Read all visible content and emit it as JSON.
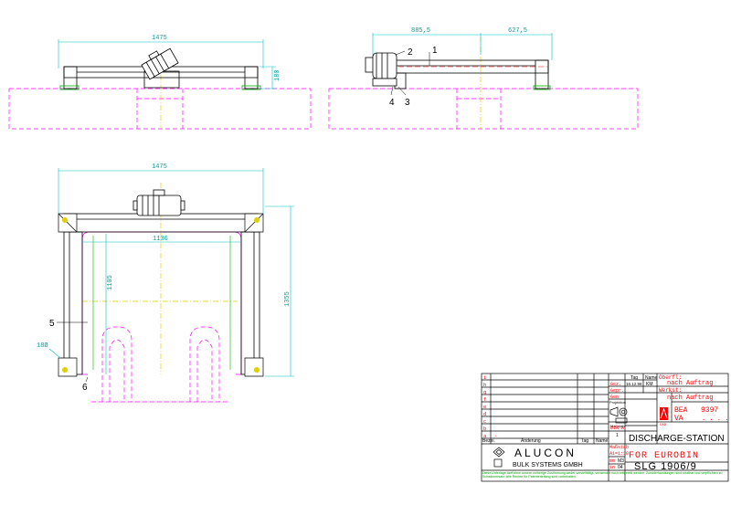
{
  "colors": {
    "foundation": "#ff00ff",
    "dimension": "#00c0c0",
    "centerline": "#e0d000",
    "frame": "#000000",
    "hidden": "#00b000",
    "titleblock_red": "#ff0000",
    "titleblock_green": "#00a000"
  },
  "dimensions": {
    "top_width": "1475",
    "top_height": "180",
    "side_left": "885,5",
    "side_right": "627,5",
    "front_width": "1475",
    "inner_width": "1136",
    "inner_height": "1105",
    "overall_height": "1355",
    "corner": "18Ø"
  },
  "labels": {
    "p1": "1",
    "p2": "2",
    "p3": "3",
    "p4": "4",
    "p5": "5",
    "p6": "6"
  },
  "title_block": {
    "rev_letters": [
      "i",
      "h",
      "g",
      "f",
      "e",
      "d",
      "c",
      "b",
      "a"
    ],
    "rev_a_mark": "-",
    "col_bezeichnung": "Bezei.",
    "col_aenderung": "Änderung",
    "col_tag": "Tag",
    "col_name": "Name",
    "hdr_tag": "Tag",
    "hdr_name": "Name",
    "row_gez": "Gez.",
    "row_gez_date": "16.12.98",
    "row_gez_name": "KM",
    "row_gepr": "Gepr.",
    "row_gen": "Gen",
    "oberfl_label": "Oberfl:",
    "oberfl_value": "nach Auftrag",
    "werkst_label": "Werkst:",
    "werkst_value": "nach Auftrag",
    "projektion": "Projektion",
    "massstab_label": "Maßstab",
    "massstab_value": "A1=1:10",
    "bea_label": "BEA",
    "bea_value": "9397",
    "va_label": "VA",
    "va_value": ". . . . .",
    "cad": "CAD",
    "din_label": "DIN A",
    "din_value": "1",
    "mm": "mm",
    "mm_ms": "M3",
    "in_label": "in",
    "in_value": "04",
    "title_line1": "DISCHARGE-STATION",
    "title_line2": "FOR EUROBIN",
    "company_name": "ALUCON",
    "company_sub": "BULK SYSTEMS GMBH",
    "drawing_no": "SLG 1906/9",
    "footer": "Diese Unterlage darf ohne unsere vorherige Zustimmung weder vervielfältigt, verwendet noch mitgeteilt werden. Zuwiderhandlungen sind strafbar und verpflichten zu Schadenersatz. Alle Rechte für Patenterteilung sind vorbehalten."
  }
}
